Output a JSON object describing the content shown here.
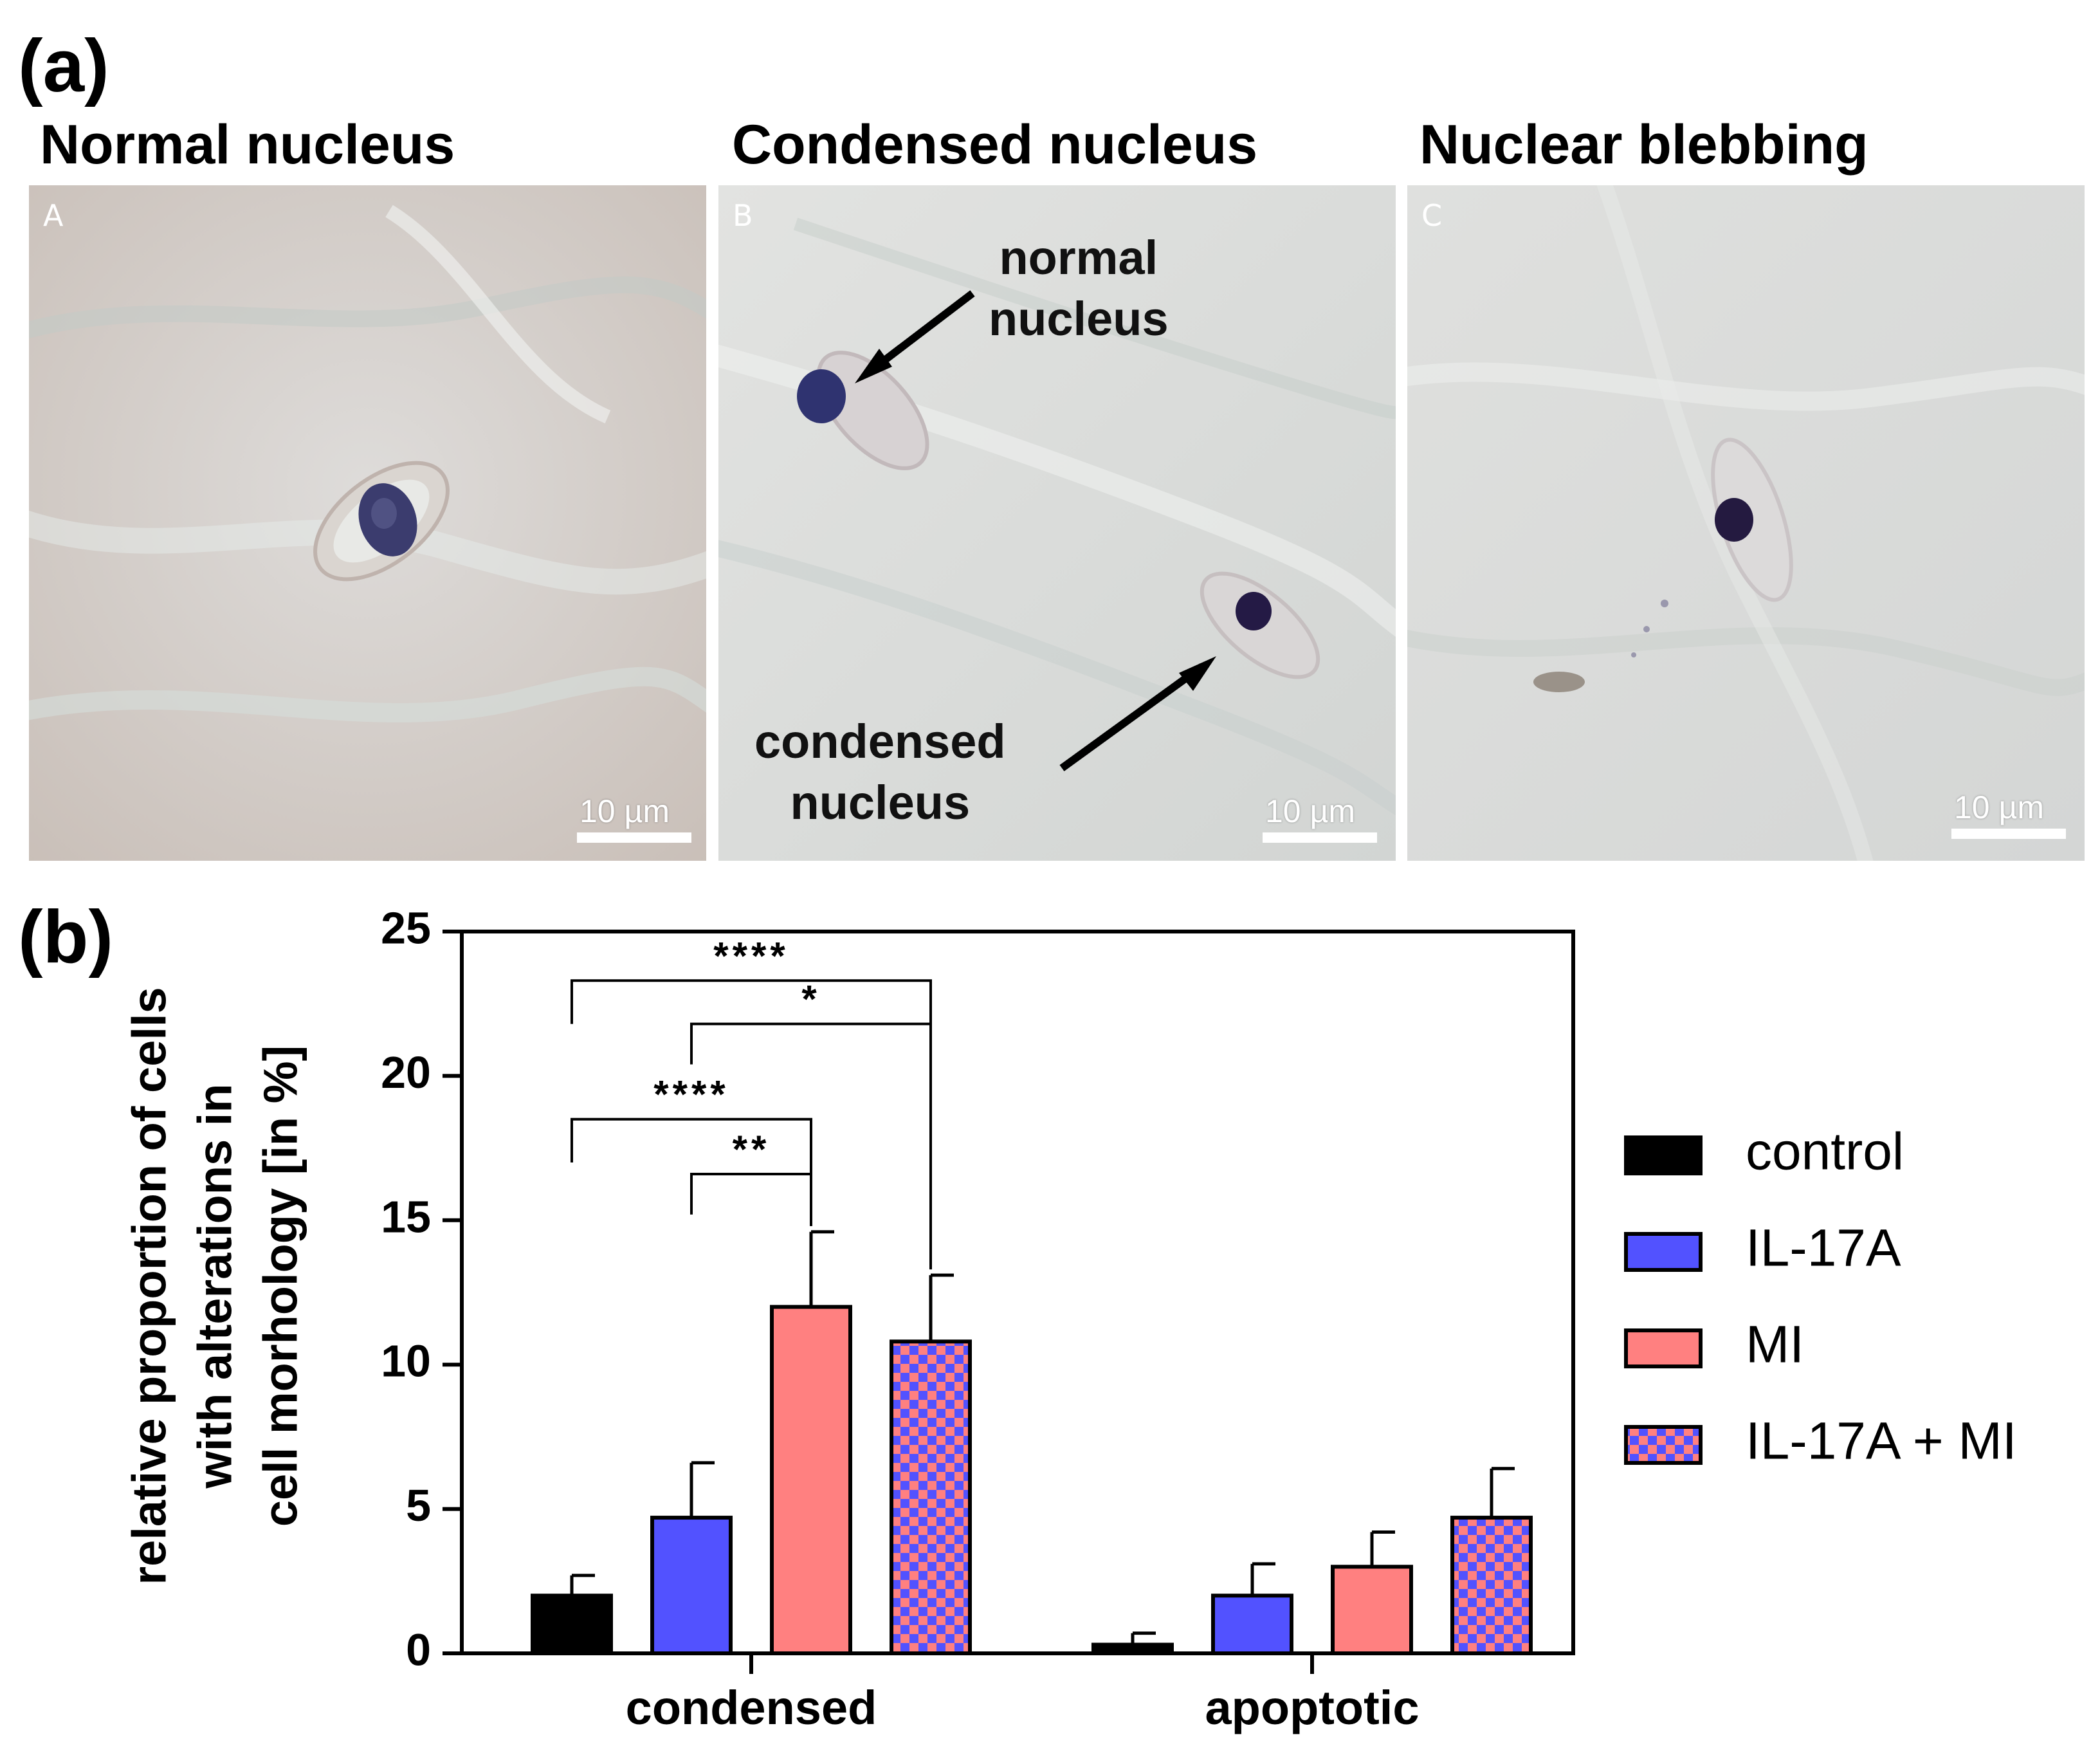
{
  "figure": {
    "panel_a_label": "(a)",
    "panel_b_label": "(b)"
  },
  "micrographs": [
    {
      "title": "Normal nucleus",
      "corner_label": "A",
      "scale_label": "10 µm"
    },
    {
      "title": "Condensed nucleus",
      "corner_label": "B",
      "scale_label": "10 µm",
      "annotations": [
        {
          "line1": "normal",
          "line2": "nucleus"
        },
        {
          "line1": "condensed",
          "line2": "nucleus"
        }
      ]
    },
    {
      "title": "Nuclear blebbing",
      "corner_label": "C",
      "scale_label": "10 µm"
    }
  ],
  "chart_data": {
    "type": "bar",
    "title": "",
    "xlabel": "",
    "ylabel_lines": [
      "relative proportion of cells",
      "with alterations in",
      "cell morhology [in %]"
    ],
    "categories": [
      "condensed",
      "apoptotic"
    ],
    "ylim": [
      0,
      25
    ],
    "yticks": [
      0,
      5,
      10,
      15,
      20,
      25
    ],
    "grid": false,
    "legend_position": "right",
    "series": [
      {
        "name": "control",
        "color": "#000000",
        "pattern": "solid",
        "values": [
          2.0,
          0.3
        ],
        "errors": [
          0.7,
          0.4
        ]
      },
      {
        "name": "IL-17A",
        "color": "#5252ff",
        "pattern": "solid",
        "values": [
          4.7,
          2.0
        ],
        "errors": [
          1.9,
          1.1
        ]
      },
      {
        "name": "MI",
        "color": "#ff8080",
        "pattern": "solid",
        "values": [
          12.0,
          3.0
        ],
        "errors": [
          2.6,
          1.2
        ]
      },
      {
        "name": "IL-17A + MI",
        "color": "#5252ff",
        "color2": "#ff8080",
        "pattern": "checker",
        "values": [
          10.8,
          4.7
        ],
        "errors": [
          2.3,
          1.7
        ]
      }
    ],
    "significance": [
      {
        "from": 0,
        "to": 3,
        "label": "****",
        "y": 23.3
      },
      {
        "from": 1,
        "to": 3,
        "label": "*",
        "y": 21.8
      },
      {
        "from": 0,
        "to": 2,
        "label": "****",
        "y": 18.5
      },
      {
        "from": 1,
        "to": 2,
        "label": "**",
        "y": 16.6
      }
    ]
  }
}
